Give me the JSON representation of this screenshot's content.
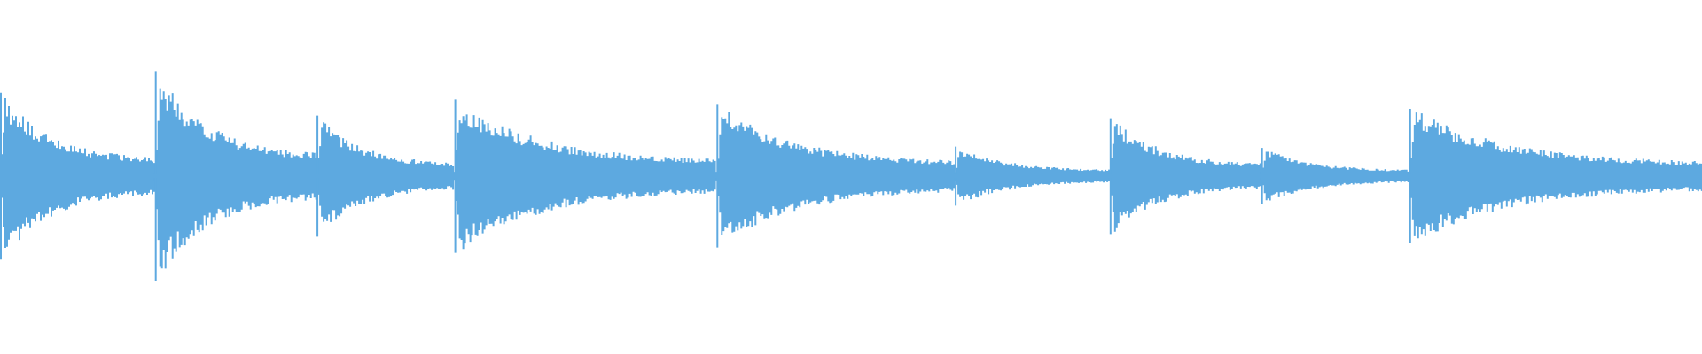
{
  "waveform": {
    "color": "#5DA9E0",
    "background": "#FFFFFF",
    "segments": [
      {
        "start": 0.0,
        "end": 0.091,
        "peak": 0.62
      },
      {
        "start": 0.091,
        "end": 0.186,
        "peak": 0.78
      },
      {
        "start": 0.186,
        "end": 0.267,
        "peak": 0.45
      },
      {
        "start": 0.267,
        "end": 0.421,
        "peak": 0.57
      },
      {
        "start": 0.421,
        "end": 0.561,
        "peak": 0.53
      },
      {
        "start": 0.561,
        "end": 0.652,
        "peak": 0.22
      },
      {
        "start": 0.652,
        "end": 0.741,
        "peak": 0.43
      },
      {
        "start": 0.741,
        "end": 0.828,
        "peak": 0.21
      },
      {
        "start": 0.828,
        "end": 1.0,
        "peak": 0.5
      }
    ]
  }
}
